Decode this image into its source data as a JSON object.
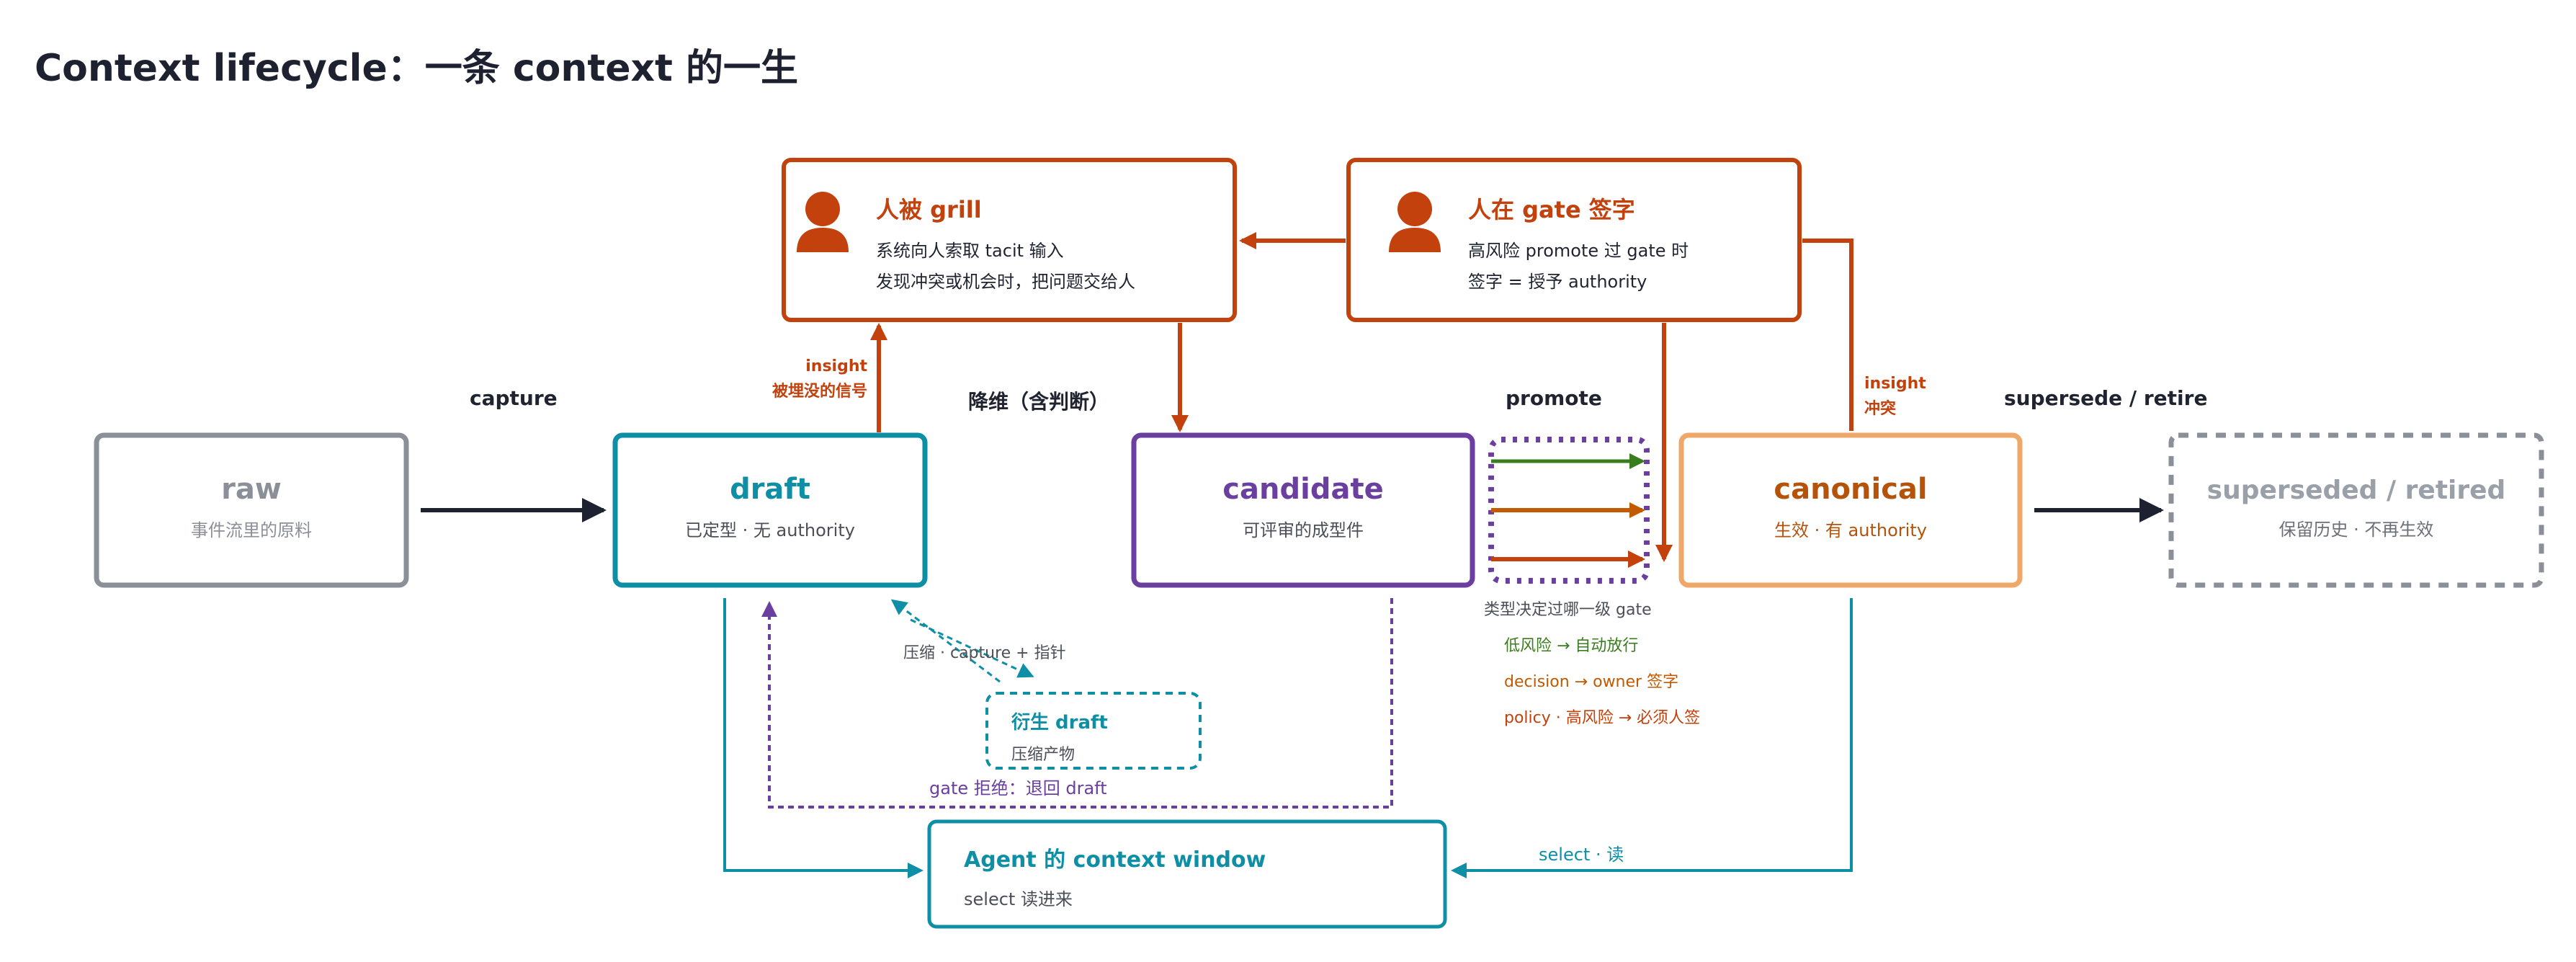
{
  "title": "Context lifecycle：一条 context 的一生",
  "colors": {
    "gray": "#8a8f98",
    "draft": "#0e8fa6",
    "candidate": "#6b3fa0",
    "canonical": "#b45309",
    "canonical_border": "#eea86a",
    "human": "#c2410c",
    "dark": "#1e2230",
    "green": "#3a7d1e",
    "orange": "#c25a00",
    "red": "#c2410c"
  },
  "stages": {
    "raw": {
      "name": "raw",
      "sub": "事件流里的原料"
    },
    "draft": {
      "name": "draft",
      "sub": "已定型 · 无 authority"
    },
    "candidate": {
      "name": "candidate",
      "sub": "可评审的成型件"
    },
    "canonical": {
      "name": "canonical",
      "sub": "生效 · 有 authority"
    },
    "superseded": {
      "name": "superseded / retired",
      "sub": "保留历史 · 不再生效"
    }
  },
  "transitions": {
    "capture": "capture",
    "reduce": "降维（含判断）",
    "promote": "promote",
    "supersede": "supersede / retire"
  },
  "humans": {
    "grill": {
      "icon": "person-icon",
      "title": "人被 grill",
      "lines": [
        "系统向人索取 tacit 输入",
        "发现冲突或机会时，把问题交给人"
      ]
    },
    "gate": {
      "icon": "person-icon",
      "title": "人在 gate 签字",
      "lines": [
        "高风险 promote 过 gate 时",
        "签字 = 授予 authority"
      ]
    }
  },
  "insight_left": [
    "insight",
    "被埋没的信号"
  ],
  "insight_right": [
    "insight",
    "冲突"
  ],
  "gate_legend": {
    "heading": "类型决定过哪一级 gate",
    "items": [
      {
        "text": "低风险 → 自动放行",
        "color": "#3a7d1e"
      },
      {
        "text": "decision → owner 签字",
        "color": "#c25a00"
      },
      {
        "text": "policy · 高风险 → 必须人签",
        "color": "#c2410c"
      }
    ]
  },
  "derived": {
    "title": "衍生 draft",
    "sub": "压缩产物",
    "edge_label": "压缩 · capture + 指针"
  },
  "reject_label": "gate 拒绝：退回 draft",
  "agent": {
    "title": "Agent 的 context window",
    "sub": "select 读进来"
  },
  "select_label": "select · 读"
}
